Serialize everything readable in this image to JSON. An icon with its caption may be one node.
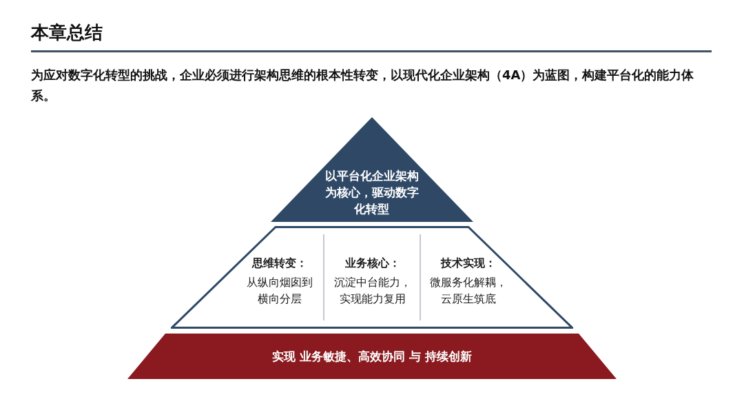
{
  "diagram": {
    "title": "本章总结",
    "nodes": [
      {
        "text": [
          "以平台化企业架构为核心，驱动数字化转型"
        ]
      },
      {
        "text": [],
        "shape": "trapezoid"
      },
      {
        "text": [
          "思维转变：",
          "从纵向烟囱到横向分层"
        ],
        "in": 1
      },
      {
        "text": [
          "业务核心：",
          "沉淀中台能力，实现能力复用"
        ],
        "in": 1
      },
      {
        "text": [
          "技术实现：",
          "微服务化解耦，云原生筑底"
        ],
        "in": 1
      },
      {
        "text": [
          "实现 业务敏捷、高效协同 与 持续创新"
        ]
      }
    ],
    "edges": [],
    "labels": [
      "为应对数字化转型的挑战，企业必须进行架构思维的根本性转变，以现代化企业架构（4A）为蓝图，构建平台化的能力体系。"
    ]
  }
}
